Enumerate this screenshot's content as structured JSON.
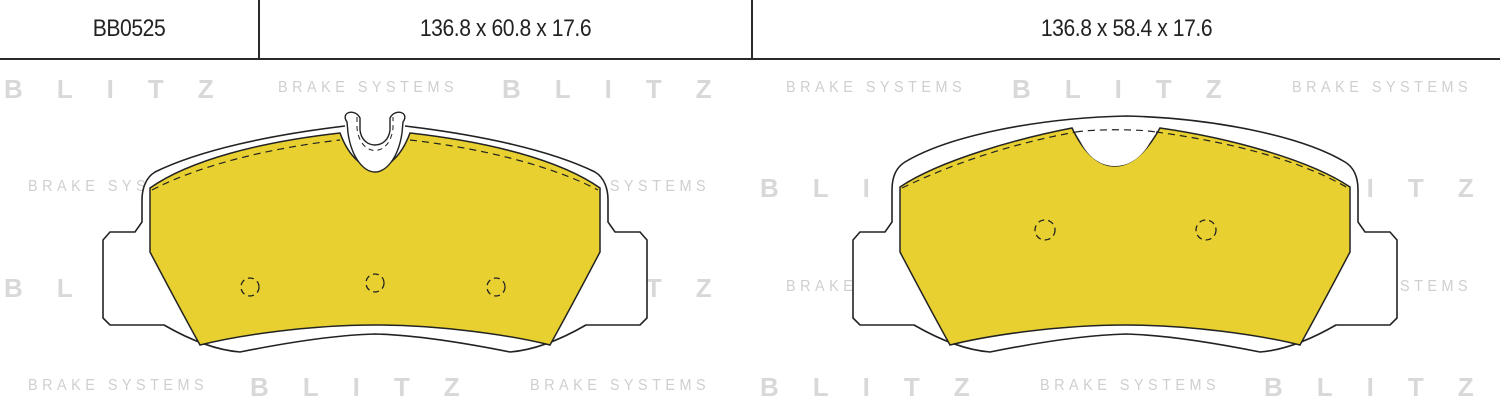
{
  "header": {
    "part_number": "BB0525",
    "dimensions_left": "136.8 x 60.8 x 17.6",
    "dimensions_right": "136.8 x 58.4 x 17.6"
  },
  "watermark": {
    "brand": "BLITZ",
    "tagline": "BRAKE SYSTEMS"
  },
  "colors": {
    "pad_fill": "#e8d030",
    "outline": "#222222",
    "watermark": "#d8d8d8"
  }
}
